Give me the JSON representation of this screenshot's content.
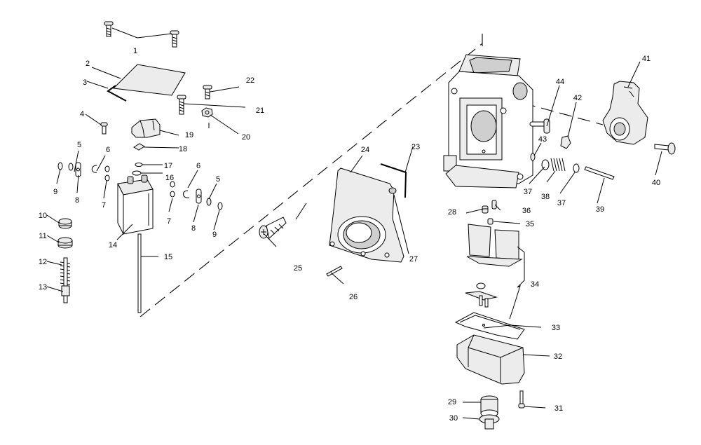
{
  "callouts": [
    {
      "id": "1",
      "text": "1"
    },
    {
      "id": "2",
      "text": "2"
    },
    {
      "id": "3",
      "text": "3"
    },
    {
      "id": "4",
      "text": "4"
    },
    {
      "id": "5a",
      "text": "5"
    },
    {
      "id": "6a",
      "text": "6"
    },
    {
      "id": "7a",
      "text": "7"
    },
    {
      "id": "8a",
      "text": "8"
    },
    {
      "id": "9a",
      "text": "9"
    },
    {
      "id": "10",
      "text": "10"
    },
    {
      "id": "11",
      "text": "11"
    },
    {
      "id": "12",
      "text": "12"
    },
    {
      "id": "13",
      "text": "13"
    },
    {
      "id": "14",
      "text": "14"
    },
    {
      "id": "15",
      "text": "15"
    },
    {
      "id": "16",
      "text": "16"
    },
    {
      "id": "17",
      "text": "17"
    },
    {
      "id": "18",
      "text": "18"
    },
    {
      "id": "19",
      "text": "19"
    },
    {
      "id": "20",
      "text": "20"
    },
    {
      "id": "21",
      "text": "21"
    },
    {
      "id": "22",
      "text": "22"
    },
    {
      "id": "6b",
      "text": "6"
    },
    {
      "id": "5b",
      "text": "5"
    },
    {
      "id": "7b",
      "text": "7"
    },
    {
      "id": "8b",
      "text": "8"
    },
    {
      "id": "9b",
      "text": "9"
    },
    {
      "id": "23",
      "text": "23"
    },
    {
      "id": "24",
      "text": "24"
    },
    {
      "id": "25",
      "text": "25"
    },
    {
      "id": "26",
      "text": "26"
    },
    {
      "id": "27",
      "text": "27"
    },
    {
      "id": "28",
      "text": "28"
    },
    {
      "id": "29",
      "text": "29"
    },
    {
      "id": "30",
      "text": "30"
    },
    {
      "id": "31",
      "text": "31"
    },
    {
      "id": "32",
      "text": "32"
    },
    {
      "id": "33",
      "text": "33"
    },
    {
      "id": "34",
      "text": "34"
    },
    {
      "id": "35",
      "text": "35"
    },
    {
      "id": "36",
      "text": "36"
    },
    {
      "id": "37a",
      "text": "37"
    },
    {
      "id": "37b",
      "text": "37"
    },
    {
      "id": "38",
      "text": "38"
    },
    {
      "id": "39",
      "text": "39"
    },
    {
      "id": "40",
      "text": "40"
    },
    {
      "id": "41",
      "text": "41"
    },
    {
      "id": "42",
      "text": "42"
    },
    {
      "id": "43",
      "text": "43"
    },
    {
      "id": "44",
      "text": "44"
    }
  ]
}
